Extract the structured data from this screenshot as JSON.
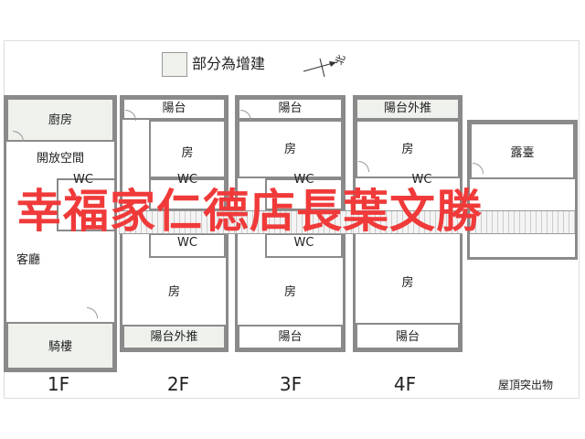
{
  "legend": {
    "label": "部分為增建",
    "swatch_color": "#eef1ec"
  },
  "north": {
    "label": "北"
  },
  "floors": {
    "f1": {
      "name": "1F",
      "kitchen": "廚房",
      "open_space": "開放空間",
      "wc": "WC",
      "living": "客廳",
      "arcade": "騎樓"
    },
    "f2": {
      "name": "2F",
      "balcony_top": "陽台",
      "room1": "房",
      "wc1": "WC",
      "wc2": "WC",
      "room2": "房",
      "balcony_bottom": "陽台外推"
    },
    "f3": {
      "name": "3F",
      "balcony_top": "陽台",
      "room1": "房",
      "wc1": "WC",
      "wc2": "WC",
      "room2": "房",
      "balcony_bottom": "陽台"
    },
    "f4": {
      "name": "4F",
      "balcony_top": "陽台外推",
      "room1": "房",
      "wc1": "WC",
      "room2": "房",
      "balcony_bottom": "陽台"
    },
    "roof": {
      "name": "屋頂突出物",
      "terrace": "露臺"
    }
  },
  "watermark": {
    "text": "幸福家仁德店長葉文勝",
    "color": "#f03a3a"
  }
}
